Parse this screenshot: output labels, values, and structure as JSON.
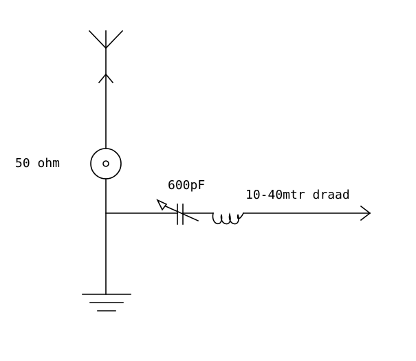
{
  "diagram": {
    "labels": {
      "impedance": "50 ohm",
      "capacitor": "600pF",
      "wire": "10-40mtr draad"
    },
    "components": [
      {
        "name": "antenna",
        "icon": "antenna-icon"
      },
      {
        "name": "coax-connector",
        "icon": "coax-connector-icon"
      },
      {
        "name": "variable-capacitor",
        "icon": "variable-capacitor-icon"
      },
      {
        "name": "inductor",
        "icon": "inductor-icon"
      },
      {
        "name": "ground",
        "icon": "ground-icon"
      }
    ],
    "colors": {
      "line": "#000000",
      "background": "#ffffff"
    }
  }
}
